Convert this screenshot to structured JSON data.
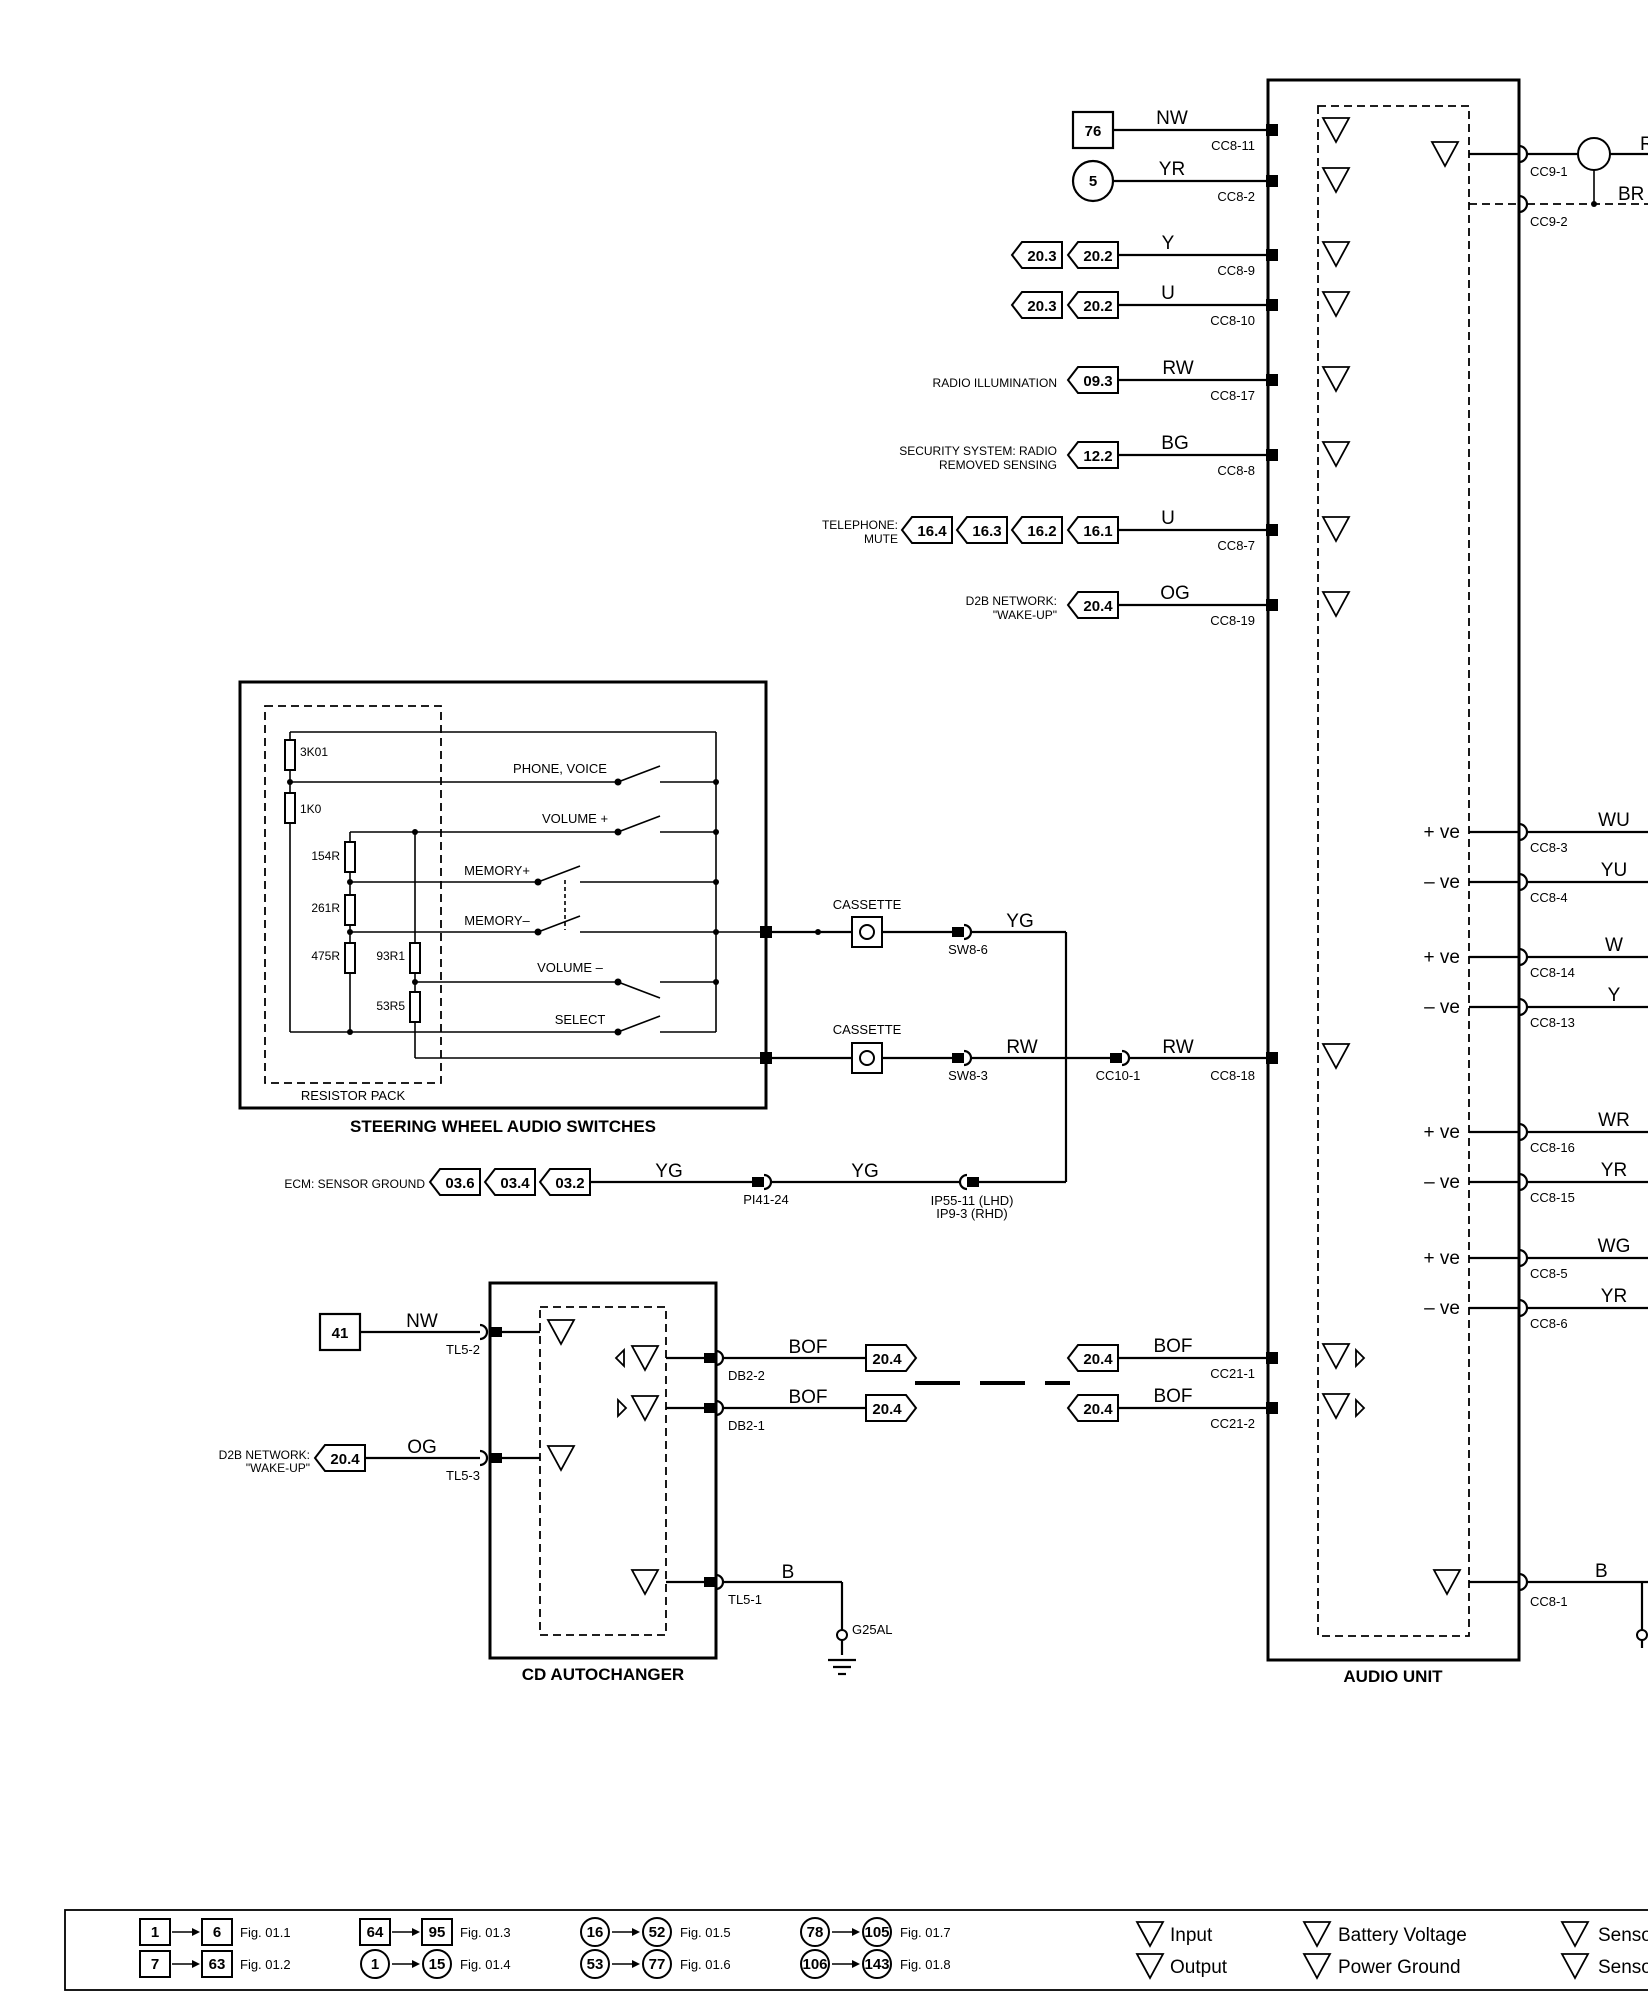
{
  "components": {
    "audio_unit": "AUDIO UNIT",
    "cd_autochanger": "CD AUTOCHANGER",
    "steering_switches": "STEERING WHEEL AUDIO SWITCHES",
    "resistor_pack": "RESISTOR PACK",
    "cassette_a": "CASSETTE",
    "cassette_b": "CASSETTE"
  },
  "audio_inputs": [
    {
      "ref": "76",
      "wire": "NW",
      "pin": "CC8-11"
    },
    {
      "ref": "5",
      "wire": "YR",
      "pin": "CC8-2"
    },
    {
      "refs": [
        "20.3",
        "20.2"
      ],
      "wire": "Y",
      "pin": "CC8-9"
    },
    {
      "refs": [
        "20.3",
        "20.2"
      ],
      "wire": "U",
      "pin": "CC8-10"
    },
    {
      "label": "RADIO ILLUMINATION",
      "refs": [
        "09.3"
      ],
      "wire": "RW",
      "pin": "CC8-17"
    },
    {
      "label1": "SECURITY SYSTEM: RADIO",
      "label2": "REMOVED SENSING",
      "refs": [
        "12.2"
      ],
      "wire": "BG",
      "pin": "CC8-8"
    },
    {
      "label1": "TELEPHONE:",
      "label2": "MUTE",
      "refs": [
        "16.4",
        "16.3",
        "16.2",
        "16.1"
      ],
      "wire": "U",
      "pin": "CC8-7"
    },
    {
      "label1": "D2B NETWORK:",
      "label2": "\"WAKE-UP\"",
      "refs": [
        "20.4"
      ],
      "wire": "OG",
      "pin": "CC8-19"
    }
  ],
  "audio_right": {
    "cc9_1": "CC9-1",
    "cc9_2": "CC9-2",
    "r_wire": "R",
    "br_wire": "BR",
    "speakers": [
      {
        "sign": "+ ve",
        "wire": "WU",
        "pin": "CC8-3"
      },
      {
        "sign": "– ve",
        "wire": "YU",
        "pin": "CC8-4"
      },
      {
        "sign": "+ ve",
        "wire": "W",
        "pin": "CC8-14"
      },
      {
        "sign": "– ve",
        "wire": "Y",
        "pin": "CC8-13"
      },
      {
        "sign": "+ ve",
        "wire": "WR",
        "pin": "CC8-16"
      },
      {
        "sign": "– ve",
        "wire": "YR",
        "pin": "CC8-15"
      },
      {
        "sign": "+ ve",
        "wire": "WG",
        "pin": "CC8-5"
      },
      {
        "sign": "– ve",
        "wire": "YR",
        "pin": "CC8-6"
      }
    ],
    "ground_wire": "B",
    "ground_pin": "CC8-1"
  },
  "switches": {
    "r1": "3K01",
    "r2": "1K0",
    "r3": "154R",
    "r4": "261R",
    "r5": "475R",
    "r6": "93R1",
    "r7": "53R5",
    "s1": "PHONE, VOICE",
    "s2": "VOLUME +",
    "s3": "MEMORY+",
    "s4": "MEMORY–",
    "s5": "VOLUME –",
    "s6": "SELECT"
  },
  "mid_wires": {
    "yg": "YG",
    "sw86": "SW8-6",
    "rw": "RW",
    "sw83": "SW8-3",
    "rw2": "RW",
    "cc101": "CC10-1",
    "cc818": "CC8-18",
    "ecm_label": "ECM: SENSOR GROUND",
    "ecm_refs": [
      "03.6",
      "03.4",
      "03.2"
    ],
    "yg2": "YG",
    "pi": "PI41-24",
    "yg3": "YG",
    "ip1": "IP55-11 (LHD)",
    "ip2": "IP9-3 (RHD)"
  },
  "cd": {
    "ref": "41",
    "nw": "NW",
    "tl52": "TL5-2",
    "d2b1": "D2B NETWORK:",
    "d2b2": "\"WAKE-UP\"",
    "d2b_ref": "20.4",
    "og": "OG",
    "tl53": "TL5-3",
    "db22": "DB2-2",
    "db21": "DB2-1",
    "bof": "BOF",
    "ref204": "20.4",
    "b": "B",
    "tl51": "TL5-1",
    "ground": "G25AL",
    "cc211": "CC21-1",
    "cc212": "CC21-2"
  },
  "legend": {
    "items": [
      {
        "a": "1",
        "b": "6",
        "fig": "Fig. 01.1"
      },
      {
        "a": "7",
        "b": "63",
        "fig": "Fig. 01.2"
      },
      {
        "a": "64",
        "b": "95",
        "fig": "Fig. 01.3"
      },
      {
        "a": "1",
        "b": "15",
        "fig": "Fig. 01.4"
      },
      {
        "a": "16",
        "b": "52",
        "fig": "Fig. 01.5"
      },
      {
        "a": "53",
        "b": "77",
        "fig": "Fig. 01.6"
      },
      {
        "a": "78",
        "b": "105",
        "fig": "Fig. 01.7"
      },
      {
        "a": "106",
        "b": "143",
        "fig": "Fig. 01.8"
      }
    ],
    "input": "Input",
    "output": "Output",
    "battery": "Battery Voltage",
    "ground": "Power Ground",
    "sensor1": "Senso",
    "sensor2": "Senso"
  }
}
